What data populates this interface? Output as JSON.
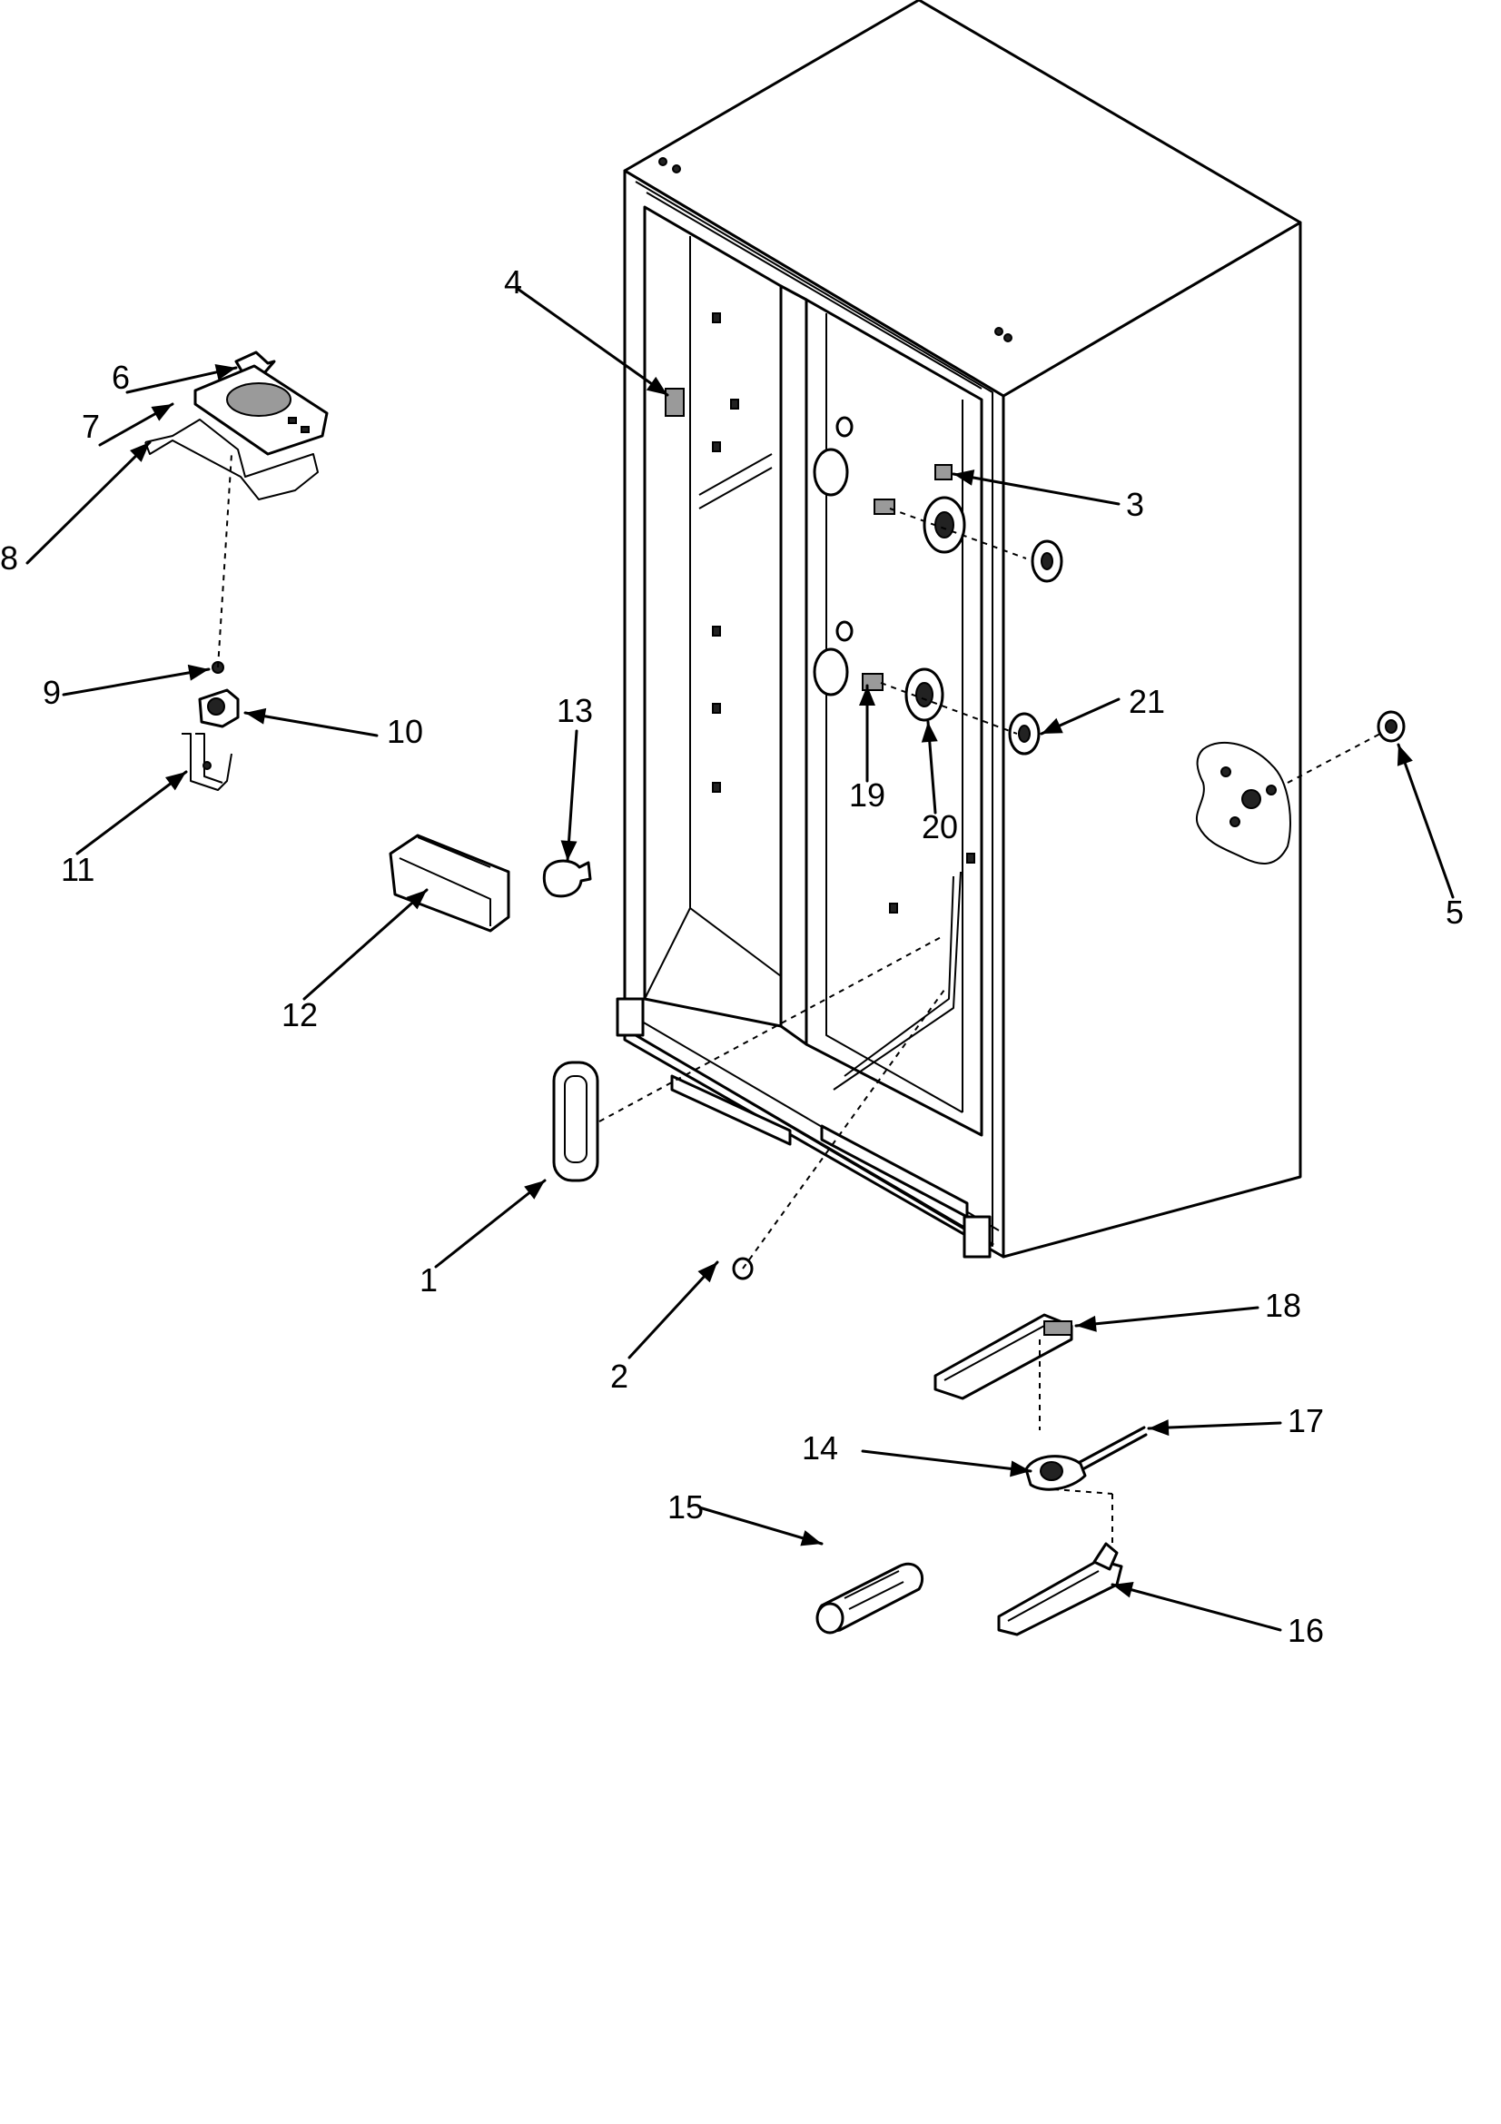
{
  "callouts": [
    {
      "id": "1",
      "label": "1"
    },
    {
      "id": "2",
      "label": "2"
    },
    {
      "id": "3",
      "label": "3"
    },
    {
      "id": "4",
      "label": "4"
    },
    {
      "id": "5",
      "label": "5"
    },
    {
      "id": "6",
      "label": "6"
    },
    {
      "id": "7",
      "label": "7"
    },
    {
      "id": "8",
      "label": "8"
    },
    {
      "id": "9",
      "label": "9"
    },
    {
      "id": "10",
      "label": "10"
    },
    {
      "id": "11",
      "label": "11"
    },
    {
      "id": "12",
      "label": "12"
    },
    {
      "id": "13",
      "label": "13"
    },
    {
      "id": "14",
      "label": "14"
    },
    {
      "id": "15",
      "label": "15"
    },
    {
      "id": "16",
      "label": "16"
    },
    {
      "id": "17",
      "label": "17"
    },
    {
      "id": "18",
      "label": "18"
    },
    {
      "id": "19",
      "label": "19"
    },
    {
      "id": "20",
      "label": "20"
    },
    {
      "id": "21",
      "label": "21"
    }
  ],
  "colors": {
    "line": "#000000",
    "background": "#ffffff"
  }
}
